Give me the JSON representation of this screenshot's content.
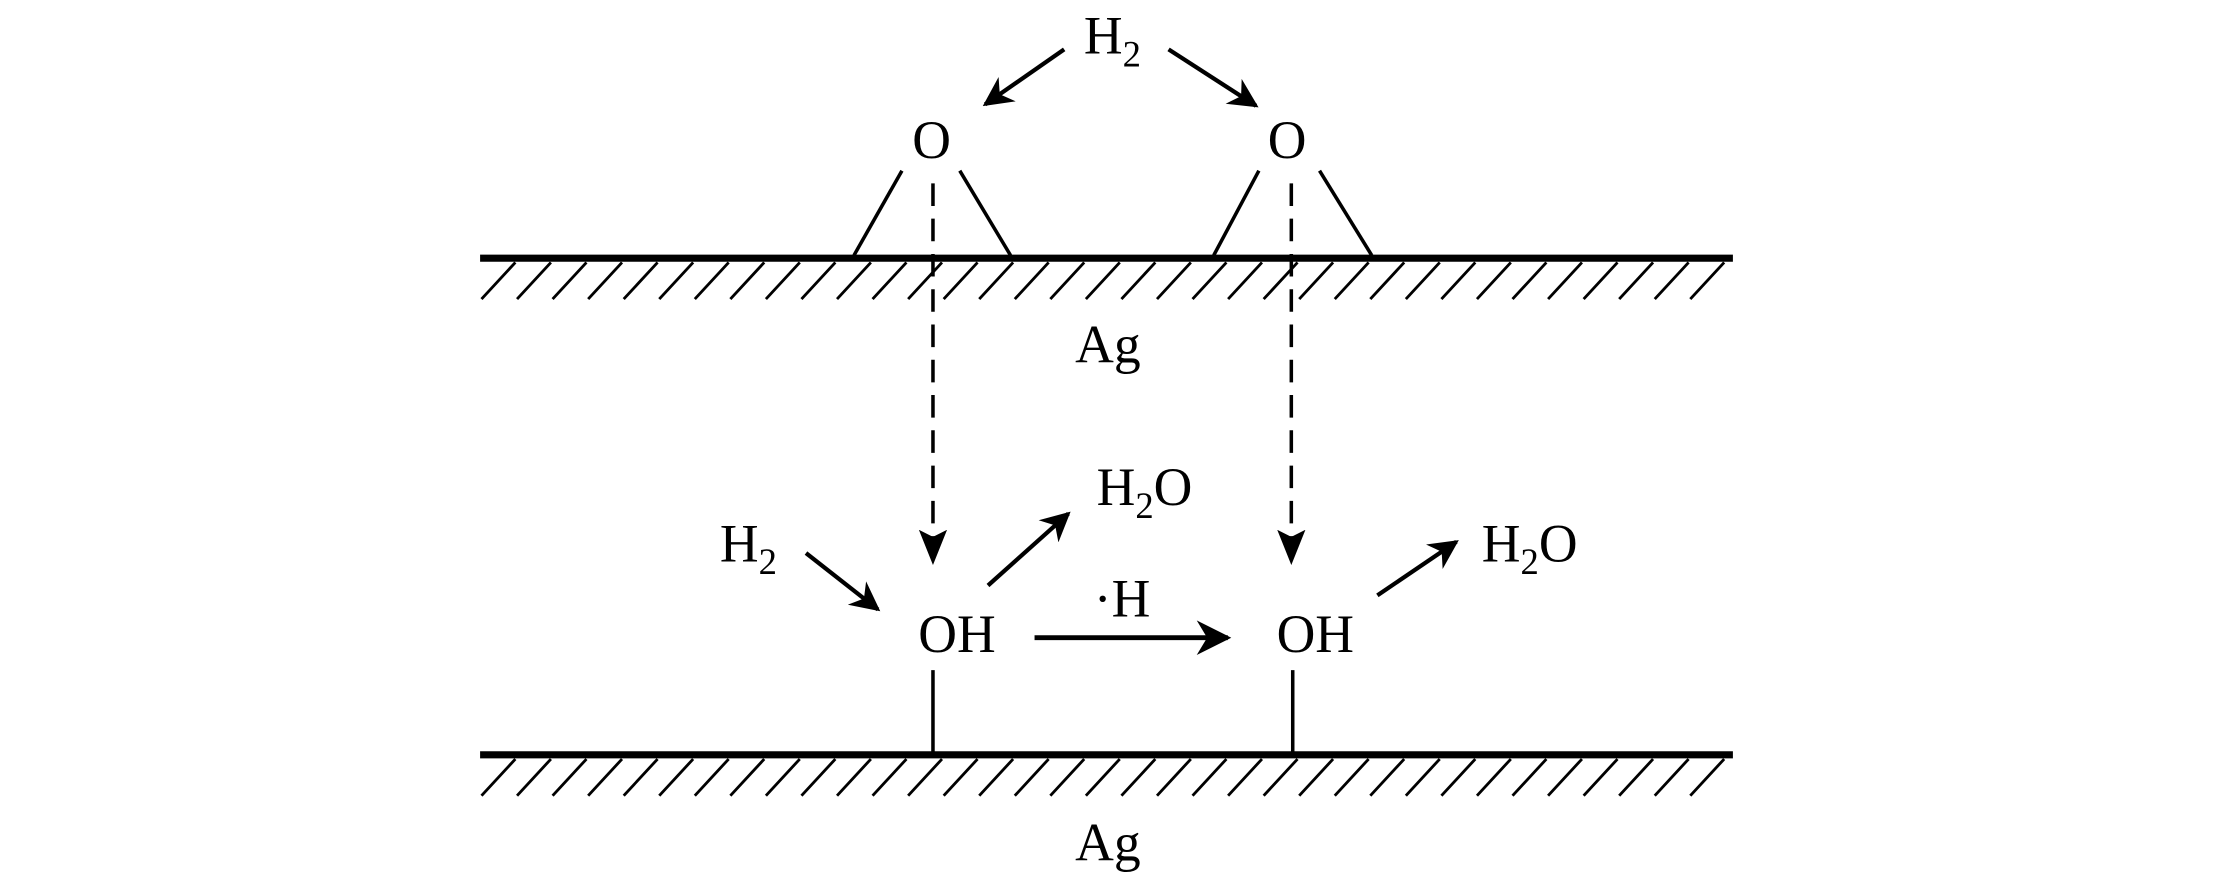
{
  "diagram": {
    "top_reactant": {
      "main": "H",
      "sub": "2"
    },
    "adsorbed_oxygen": [
      "O",
      "O"
    ],
    "surface_label_top": "Ag",
    "surface_label_bottom": "Ag",
    "lower_reactant": {
      "main": "H",
      "sub": "2"
    },
    "hydroxyl": [
      "OH",
      "OH"
    ],
    "hydrogen_transfer": "·H",
    "products": [
      {
        "main": "H",
        "sub": "2",
        "tail": "O"
      },
      {
        "main": "H",
        "sub": "2",
        "tail": "O"
      }
    ],
    "colors": {
      "ink": "#000000",
      "background": "#ffffff"
    }
  }
}
